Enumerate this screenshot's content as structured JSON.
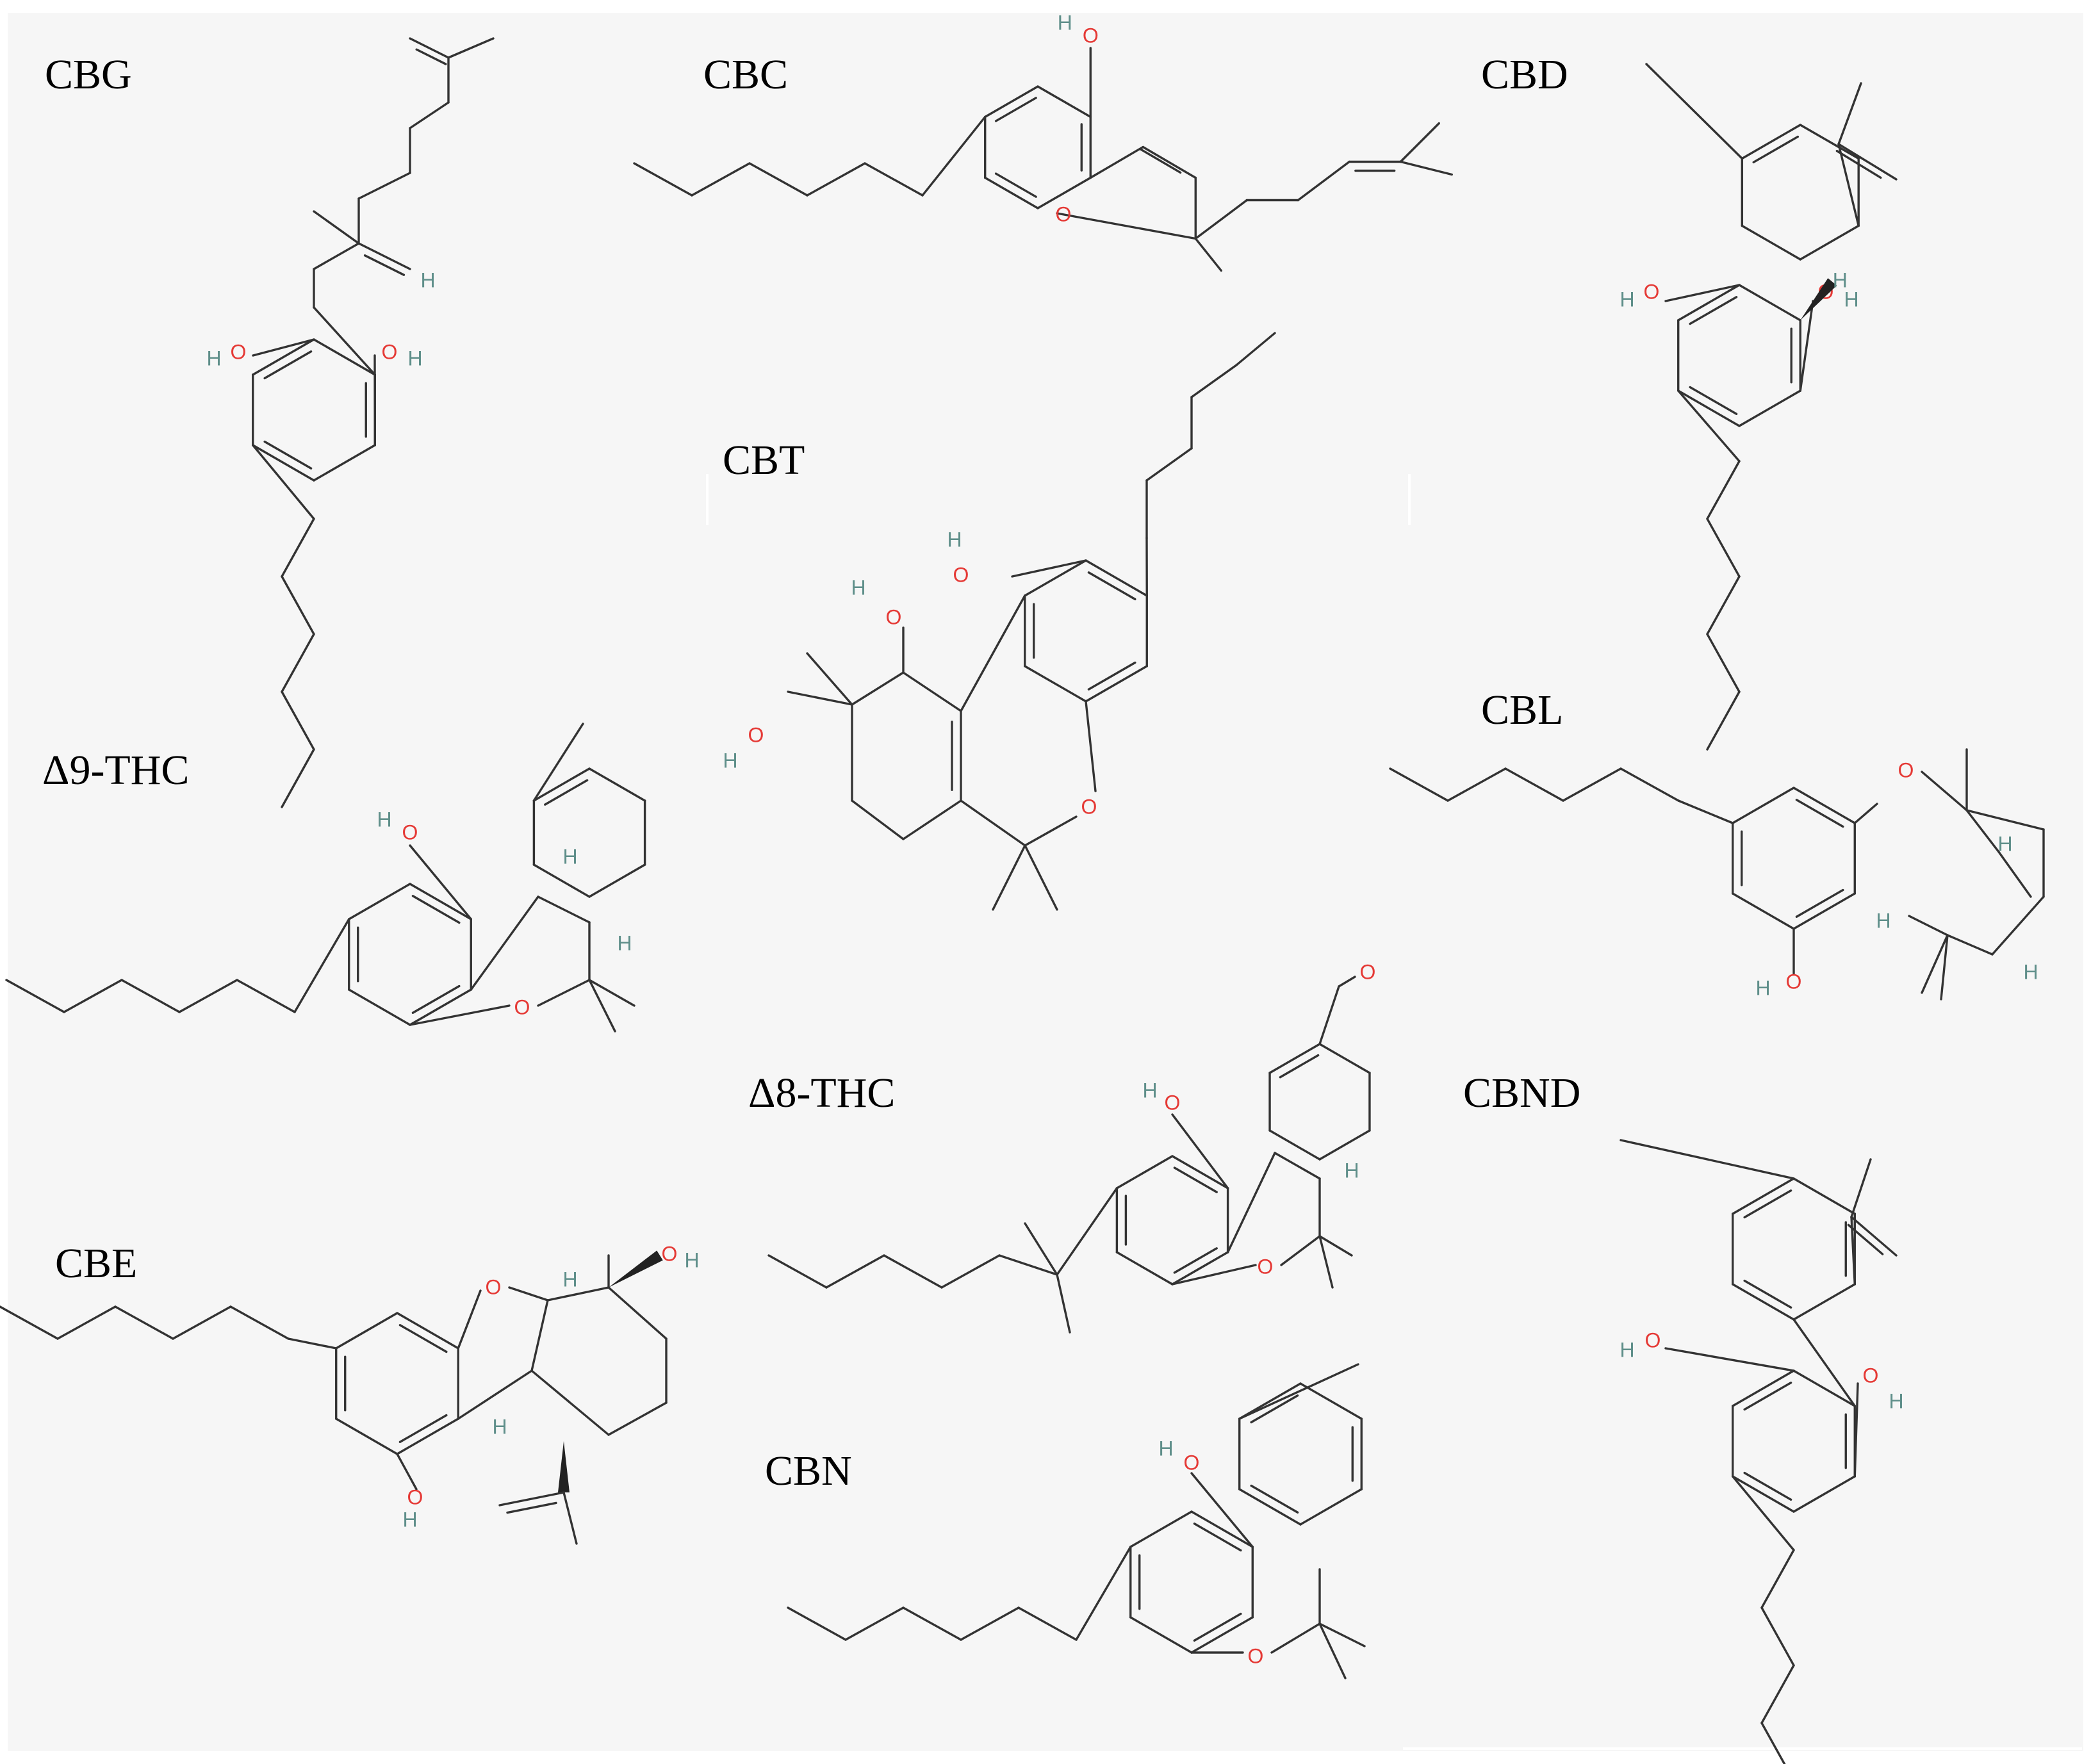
{
  "colors": {
    "background": "#f6f6f6",
    "bond": "#333333",
    "oxygen": "#e53935",
    "hydrogen": "#5f8f8a"
  },
  "compounds": [
    {
      "id": "cbg",
      "name": "CBG"
    },
    {
      "id": "cbc",
      "name": "CBC"
    },
    {
      "id": "cbd",
      "name": "CBD"
    },
    {
      "id": "cbt",
      "name": "CBT"
    },
    {
      "id": "d9thc",
      "name": "Δ9-THC"
    },
    {
      "id": "cbl",
      "name": "CBL"
    },
    {
      "id": "d8thc",
      "name": "Δ8-THC"
    },
    {
      "id": "cbnd",
      "name": "CBND"
    },
    {
      "id": "cbe",
      "name": "CBE"
    },
    {
      "id": "cbn",
      "name": "CBN"
    }
  ],
  "atoms": {
    "oxygen": "O",
    "hydrogen": "H"
  }
}
